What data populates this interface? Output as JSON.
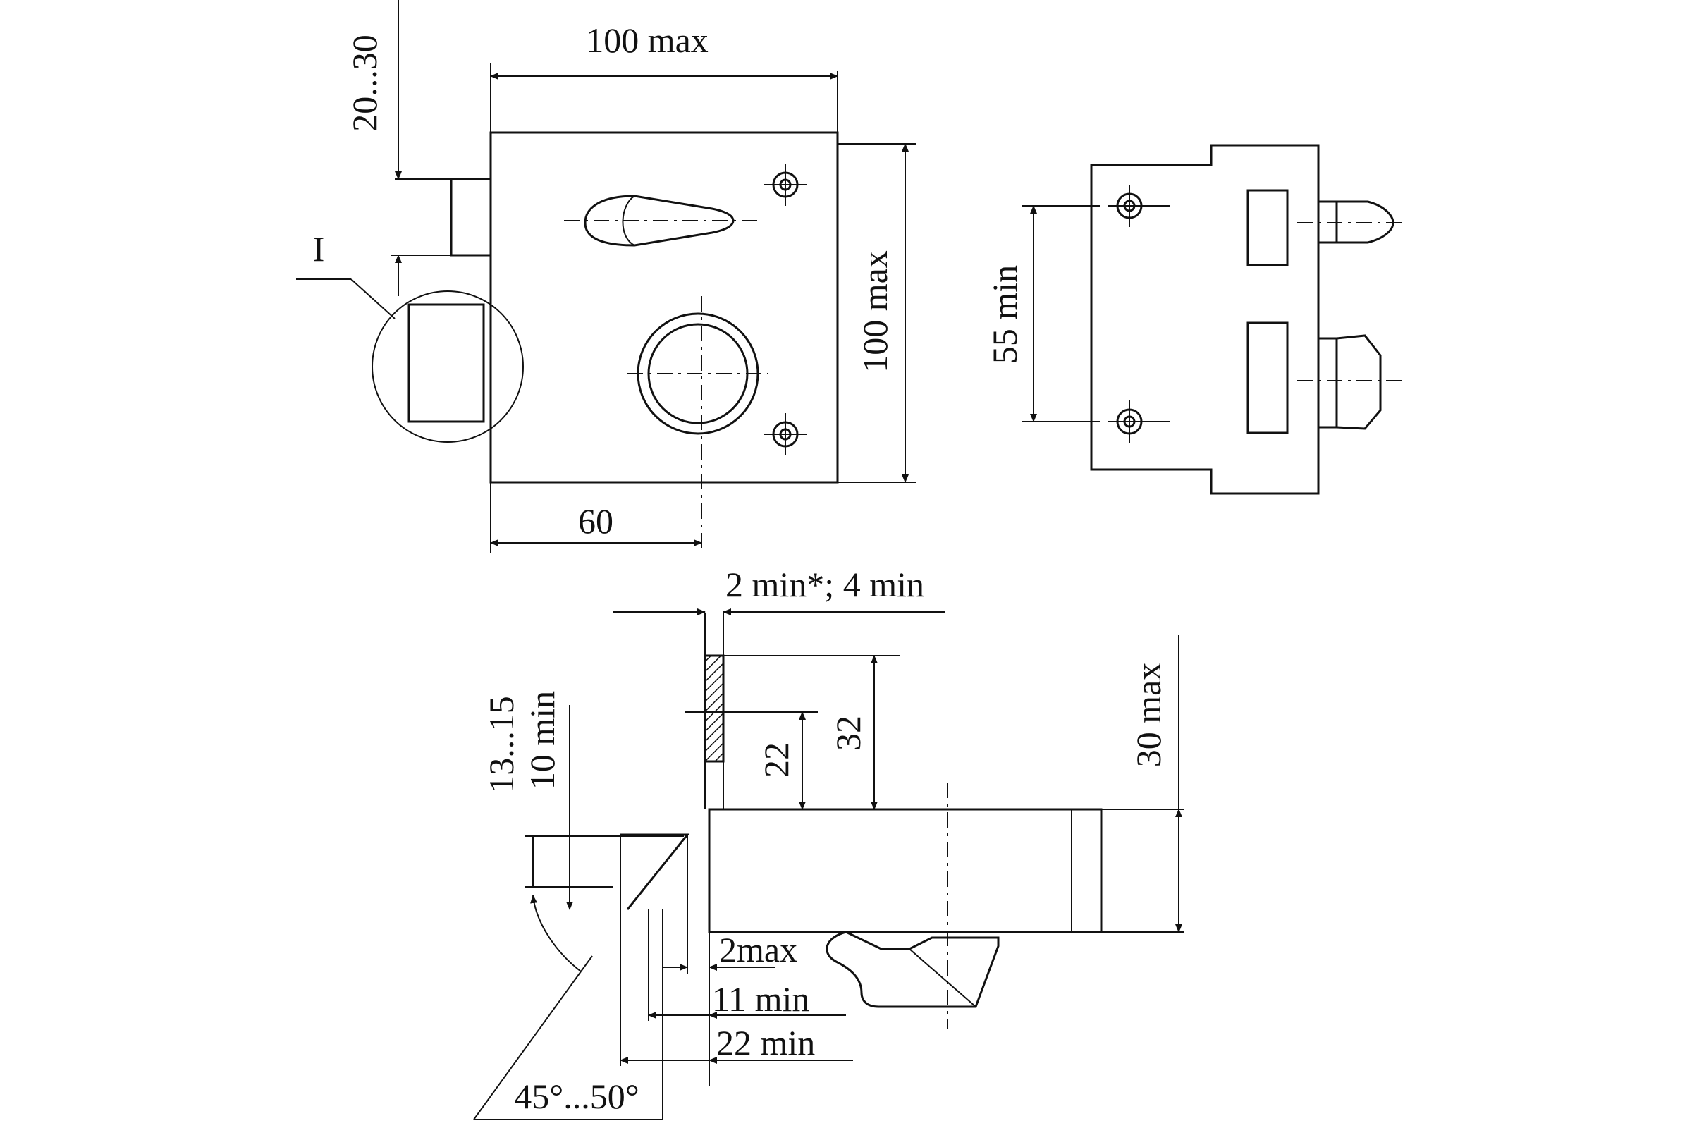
{
  "labels": {
    "front_width": "100 max",
    "front_height": "100 max",
    "bolt_offset": "20...30",
    "detail_ref": "I",
    "cylinder_offset": "60",
    "screw_spacing": "55 min",
    "gap": "2 min*; 4 min",
    "strike_height": "32",
    "strike_inner": "22",
    "body_height": "30 max",
    "bolt_throw": "13...15",
    "bolt_min": "10 min",
    "clearance_max": "2max",
    "depth_11": "11 min",
    "depth_22": "22 min",
    "bevel_angle": "45°...50°"
  }
}
